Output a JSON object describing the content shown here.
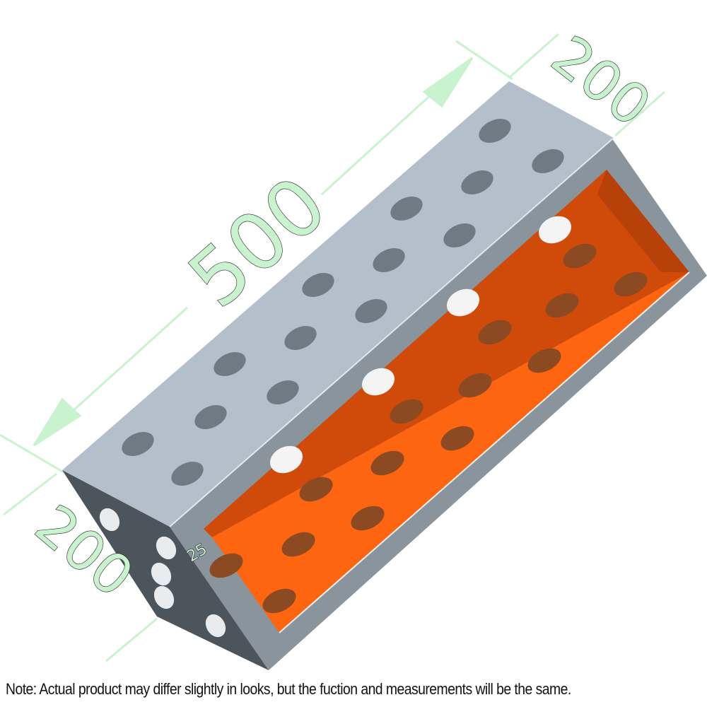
{
  "dimensions": {
    "length": "500",
    "width": "200",
    "height": "200",
    "wall_thickness": "25"
  },
  "note": "Note: Actual product may differ slightly in looks, but the fuction and measurements will be the same.",
  "colors": {
    "top_face": "#b3bfca",
    "end_face": "#4d555c",
    "side_frame": "#8a949c",
    "inner_floor": "#fd6510",
    "inner_wall": "#d04a0a",
    "dimension": "#c9f3cf"
  }
}
